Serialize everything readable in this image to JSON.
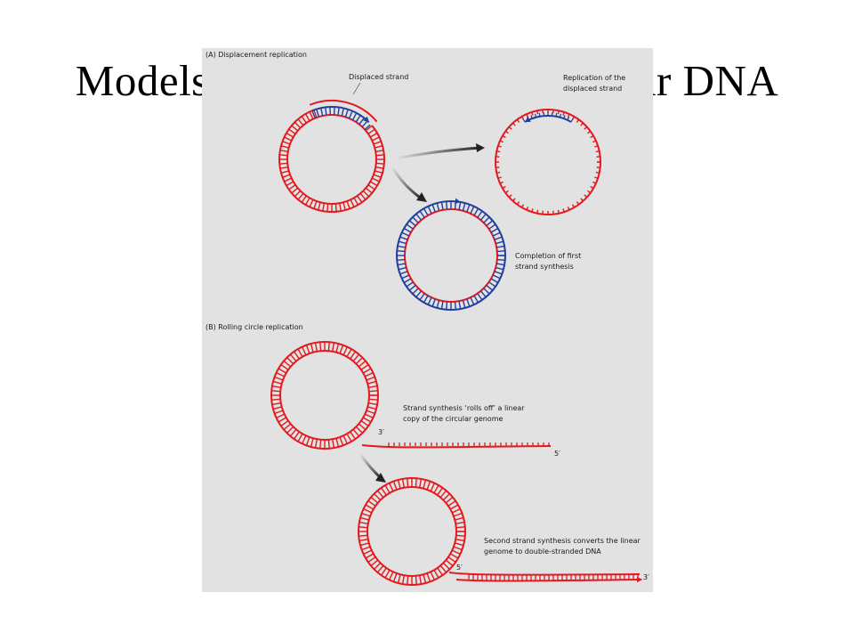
{
  "slide": {
    "title": "Models for replication of circular DNA"
  },
  "figure": {
    "panel_a_title": "(A) Displacement replication",
    "label_displaced_strand": "Displaced strand",
    "label_replication_displaced_line1": "Replication of the",
    "label_replication_displaced_line2": "displaced strand",
    "label_completion_line1": "Completion of first",
    "label_completion_line2": "strand synthesis",
    "panel_b_title": "(B) Rolling circle replication",
    "label_rolls_off_line1": "Strand synthesis ‘rolls off’ a linear",
    "label_rolls_off_line2": "copy of the circular genome",
    "label_second_strand_line1": "Second strand synthesis converts the linear",
    "label_second_strand_line2": "genome to double-stranded DNA",
    "end_3prime_a": "3′",
    "end_5prime_a": "5′",
    "end_5prime_b": "5′",
    "end_3prime_b": "3′"
  },
  "colors": {
    "dna_red": "#e3191f",
    "dna_blue": "#1f3f9f",
    "figure_bg": "#e2e2e2",
    "arrow_dark": "#222222"
  }
}
